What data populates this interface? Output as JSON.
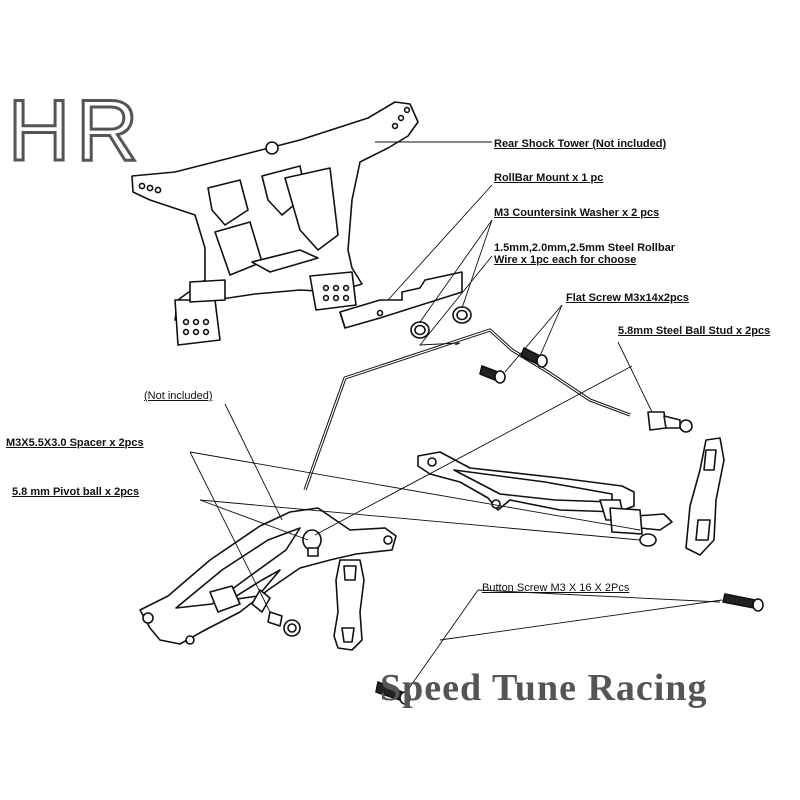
{
  "logo": {
    "text": "HR"
  },
  "watermark": {
    "text": "Speed Tune Racing"
  },
  "labels": {
    "rear_shock_tower": "Rear Shock Tower (Not included)",
    "rollbar_mount": "RollBar Mount x 1 pc",
    "countersink_washer": "M3 Countersink Washer x 2 pcs",
    "rollbar_wire_line1": "1.5mm,2.0mm,2.5mm Steel Rollbar",
    "rollbar_wire_line2": "Wire x 1pc each for choose",
    "flat_screw": "Flat Screw M3x14x2pcs",
    "ball_stud": "5.8mm Steel Ball Stud x 2pcs",
    "not_included": "(Not included)",
    "spacer": "M3X5.5X3.0 Spacer x 2pcs",
    "pivot_ball": "5.8 mm Pivot ball x 2pcs",
    "button_screw": "Button Screw M3 X 16 X 2Pcs"
  },
  "colors": {
    "line": "#111111",
    "part_fill": "#ffffff",
    "shade": "#666666",
    "brand": "#555555"
  }
}
